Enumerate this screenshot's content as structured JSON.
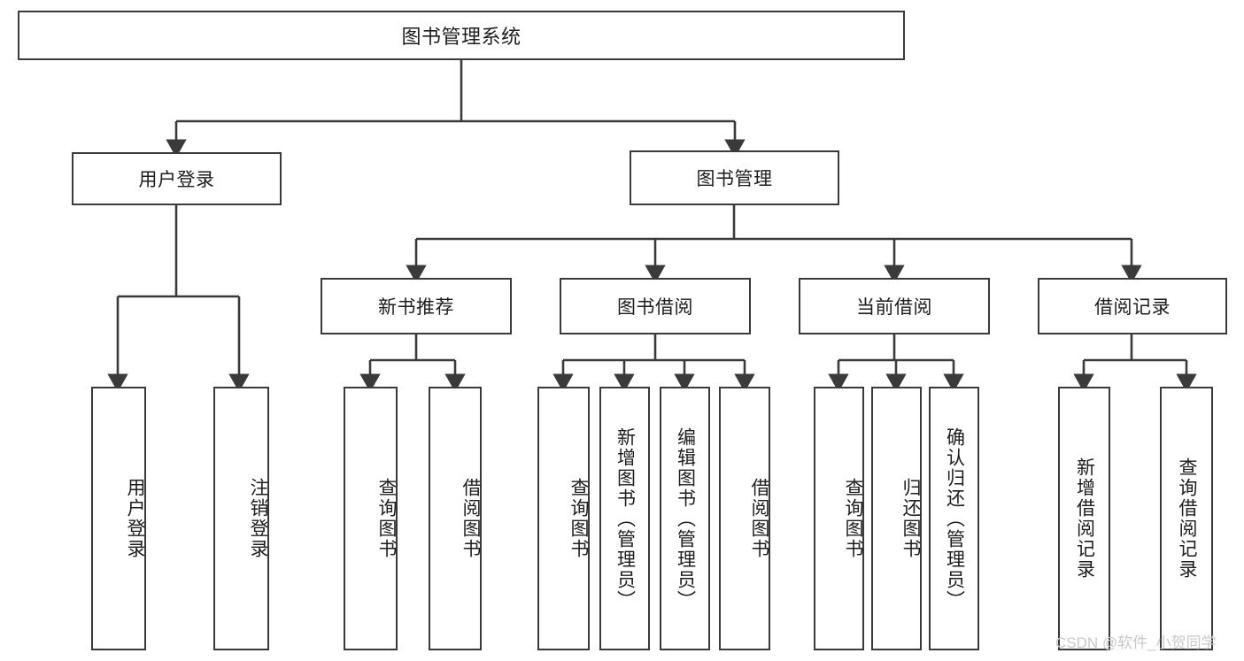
{
  "diagram": {
    "type": "tree-hierarchy",
    "title": "图书管理系统",
    "root": {
      "label": "图书管理系统"
    },
    "level1": [
      {
        "label": "用户登录"
      },
      {
        "label": "图书管理"
      }
    ],
    "level2": [
      {
        "label": "新书推荐",
        "parent": "图书管理"
      },
      {
        "label": "图书借阅",
        "parent": "图书管理"
      },
      {
        "label": "当前借阅",
        "parent": "图书管理"
      },
      {
        "label": "借阅记录",
        "parent": "图书管理"
      }
    ],
    "leaves": {
      "user_login": [
        {
          "label": "用户登录"
        },
        {
          "label": "注销登录"
        }
      ],
      "new_book_recommend": [
        {
          "label": "查询图书"
        },
        {
          "label": "借阅图书"
        }
      ],
      "book_borrow": [
        {
          "label": "查询图书"
        },
        {
          "label": "新增图书（管理员）"
        },
        {
          "label": "编辑图书（管理员）"
        },
        {
          "label": "借阅图书"
        }
      ],
      "current_borrow": [
        {
          "label": "查询图书"
        },
        {
          "label": "归还图书"
        },
        {
          "label": "确认归还（管理员）"
        }
      ],
      "borrow_record": [
        {
          "label": "新增借阅记录"
        },
        {
          "label": "查询借阅记录"
        }
      ]
    },
    "watermark": "CSDN @软件_小贺同学",
    "colors": {
      "stroke": "#3a3a3a",
      "background": "#ffffff",
      "text": "#1d1d1d",
      "watermark": "#c9c9c9"
    }
  }
}
